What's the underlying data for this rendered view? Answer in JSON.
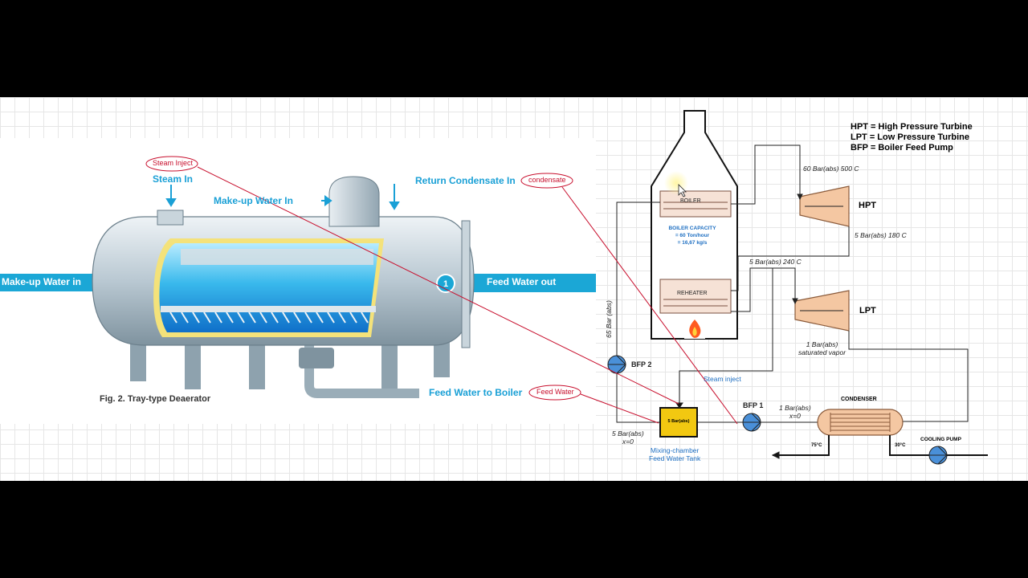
{
  "deaerator": {
    "labels": {
      "steam_in": "Steam In",
      "makeup_water_in_top": "Make-up Water In",
      "return_condensate_in": "Return Condensate In",
      "makeup_water_in_left": "Make-up Water in",
      "feed_water_out": "Feed Water out",
      "feed_water_to_boiler": "Feed Water to Boiler",
      "marker": "1"
    },
    "figure_caption": "Fig. 2. Tray-type Deaerator"
  },
  "callouts": {
    "steam_inject": "Steam Inject",
    "condensate": "condensate",
    "feed_water": "Feed Water"
  },
  "legend": [
    "HPT = High Pressure Turbine",
    "LPT = Low Pressure Turbine",
    "BFP = Boiler Feed Pump"
  ],
  "cycle": {
    "boiler_label": "BOILER",
    "boiler_capacity": [
      "BOILER CAPACITY",
      "= 60 Ton/hour",
      "= 16,67 kg/s"
    ],
    "reheater_label": "REHEATER",
    "hpt_label": "HPT",
    "lpt_label": "LPT",
    "hpt_inlet": "60 Bar(abs) 500 C",
    "hpt_outlet": "5 Bar(abs) 180 C",
    "lpt_inlet": "5 Bar(abs) 240 C",
    "lpt_outlet": [
      "1 Bar(abs)",
      "saturated vapor"
    ],
    "condenser_label": "CONDENSER",
    "condenser_inlet_state": [
      "1 Bar(abs)",
      "x=0"
    ],
    "bfp1_label": "BFP 1",
    "bfp2_label": "BFP 2",
    "bfp2_pressure": "65 Bar (abs)",
    "tank_label": "5 Bar(abs)",
    "tank_caption": [
      "Mixing-chamber",
      "Feed Water Tank"
    ],
    "tank_outlet_state": [
      "5 Bar(abs)",
      "x=0"
    ],
    "steam_inject_label": "Steam inject",
    "cooling_pump_label": "COOLING PUMP",
    "temp_out": "75°C",
    "temp_in": "30°C"
  },
  "colors": {
    "band_blue": "#1ba7d6",
    "turbine_fill": "#f4c7a2",
    "turbine_stroke": "#8a5a3a",
    "pump_fill": "#4a90d9",
    "tank_fill": "#f2c811",
    "callout_red": "#c8102e"
  },
  "icons": {
    "flame": "flame-icon",
    "pump": "pump-icon",
    "cursor": "highlight-cursor"
  }
}
